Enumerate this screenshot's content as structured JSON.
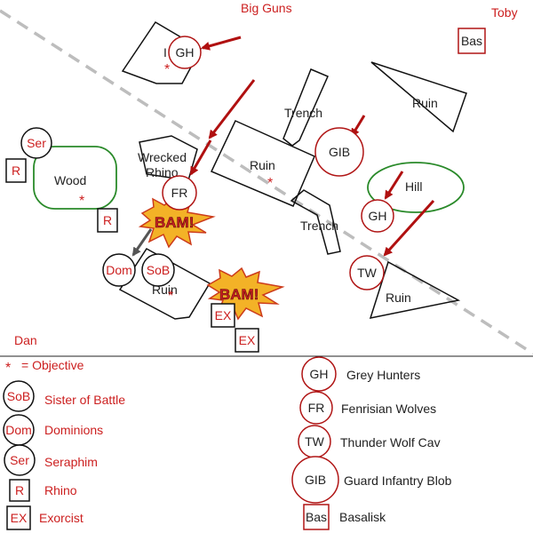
{
  "players": {
    "top": "Big Guns",
    "top_right": "Toby",
    "bottom_left": "Dan"
  },
  "terrain": {
    "ruin_top_left_label": "I",
    "trench_upper": "Trench",
    "ruin_top_right": "Ruin",
    "wrecked_rhino_line1": "Wrecked",
    "wrecked_rhino_line2": "Rhino",
    "ruin_center": "Ruin",
    "wood": "Wood",
    "hill": "Hill",
    "trench_lower": "Trench",
    "ruin_bottom_left": "Ruin",
    "ruin_bottom_right": "Ruin"
  },
  "units": {
    "gh_top": "GH",
    "gib": "GIB",
    "gh_hill": "GH",
    "tw": "TW",
    "fr": "FR",
    "bas_top": "Bas",
    "ser": "Ser",
    "r_left": "R",
    "r_wood": "R",
    "dom": "Dom",
    "sob": "SoB",
    "ex_1": "EX",
    "ex_2": "EX"
  },
  "effects": {
    "bam": "BAM!"
  },
  "legend": {
    "objective_symbol": "*",
    "objective_label": "= Objective",
    "sob_key": "SoB",
    "sob_label": "Sister of Battle",
    "dom_key": "Dom",
    "dom_label": "Dominions",
    "ser_key": "Ser",
    "ser_label": "Seraphim",
    "r_key": "R",
    "r_label": "Rhino",
    "ex_key": "EX",
    "ex_label": "Exorcist",
    "gh_key": "GH",
    "gh_label": "Grey Hunters",
    "fr_key": "FR",
    "fr_label": "Fenrisian Wolves",
    "tw_key": "TW",
    "tw_label": "Thunder Wolf Cav",
    "gib_key": "GIB",
    "gib_label": "Guard Infantry Blob",
    "bas_key": "Bas",
    "bas_label": "Basalisk"
  },
  "colors": {
    "accent": "#cc1f1f",
    "terrain_line": "#111111",
    "hill_wood": "#2a8a2a",
    "divider": "#bdbdbd"
  }
}
